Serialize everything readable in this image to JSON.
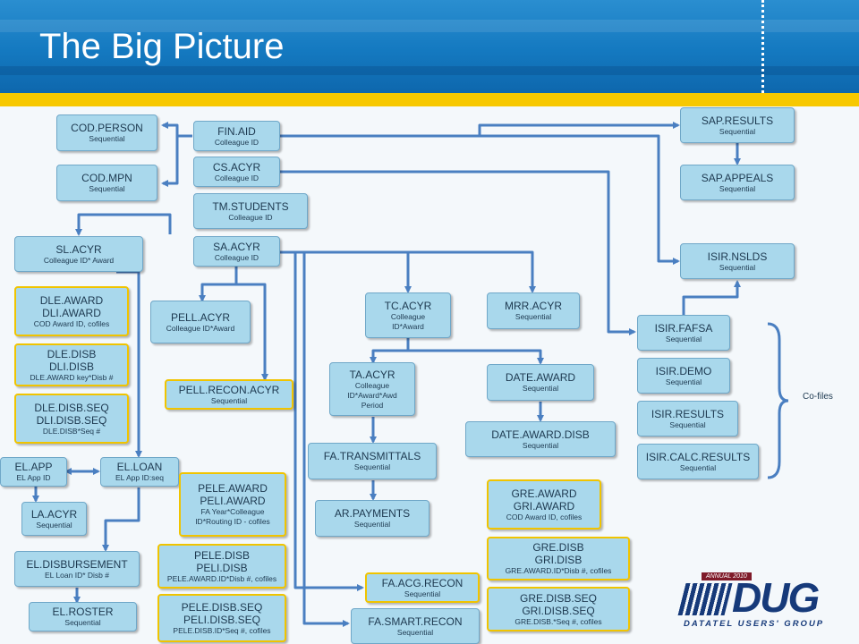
{
  "title": "The Big Picture",
  "cofiles_label": "Co-files",
  "logo": {
    "annual": "ANNUAL 2010",
    "mark": "DUG",
    "sub": "DATATEL USERS' GROUP"
  },
  "colors": {
    "box_fill": "#a9d8ec",
    "box_border": "#6fa7c8",
    "cofile_border": "#f0c400",
    "connector": "#4a7fc1",
    "header": "#1479c0",
    "band": "#f7c800"
  },
  "nodes": {
    "cod_person": {
      "name": "COD.PERSON",
      "sub": "Sequential"
    },
    "cod_mpn": {
      "name": "COD.MPN",
      "sub": "Sequential"
    },
    "fin_aid": {
      "name": "FIN.AID",
      "sub": "Colleague ID"
    },
    "cs_acyr": {
      "name": "CS.ACYR",
      "sub": "Colleague ID"
    },
    "tm_students": {
      "name": "TM.STUDENTS",
      "sub": "Colleague ID"
    },
    "sa_acyr": {
      "name": "SA.ACYR",
      "sub": "Colleague ID"
    },
    "sl_acyr": {
      "name": "SL.ACYR",
      "sub": "Colleague ID* Award"
    },
    "sap_results": {
      "name": "SAP.RESULTS",
      "sub": "Sequential"
    },
    "sap_appeals": {
      "name": "SAP.APPEALS",
      "sub": "Sequential"
    },
    "isir_nslds": {
      "name": "ISIR.NSLDS",
      "sub": "Sequential"
    },
    "dle_award": {
      "name": "DLE.AWARD\nDLI.AWARD",
      "sub": "COD Award ID, cofiles"
    },
    "dle_disb": {
      "name": "DLE.DISB\nDLI.DISB",
      "sub": "DLE.AWARD key*Disb #"
    },
    "dle_disb_seq": {
      "name": "DLE.DISB.SEQ\nDLI.DISB.SEQ",
      "sub": "DLE.DISB*Seq #"
    },
    "pell_acyr": {
      "name": "PELL.ACYR",
      "sub": "Colleague ID*Award"
    },
    "pell_recon": {
      "name": "PELL.RECON.ACYR",
      "sub": "Sequential"
    },
    "tc_acyr": {
      "name": "TC.ACYR",
      "sub": "Colleague ID*Award"
    },
    "mrr_acyr": {
      "name": "MRR.ACYR",
      "sub": "Sequential"
    },
    "isir_fafsa": {
      "name": "ISIR.FAFSA",
      "sub": "Sequential"
    },
    "isir_demo": {
      "name": "ISIR.DEMO",
      "sub": "Sequential"
    },
    "isir_results": {
      "name": "ISIR.RESULTS",
      "sub": "Sequential"
    },
    "isir_calc": {
      "name": "ISIR.CALC.RESULTS",
      "sub": "Sequential"
    },
    "ta_acyr": {
      "name": "TA.ACYR",
      "sub": "Colleague ID*Award*Awd Period"
    },
    "date_award": {
      "name": "DATE.AWARD",
      "sub": "Sequential"
    },
    "date_award_disb": {
      "name": "DATE.AWARD.DISB",
      "sub": "Sequential"
    },
    "fa_transmittals": {
      "name": "FA.TRANSMITTALS",
      "sub": "Sequential"
    },
    "ar_payments": {
      "name": "AR.PAYMENTS",
      "sub": "Sequential"
    },
    "el_app": {
      "name": "EL.APP",
      "sub": "EL App ID"
    },
    "el_loan": {
      "name": "EL.LOAN",
      "sub": "EL App ID:seq"
    },
    "la_acyr": {
      "name": "LA.ACYR",
      "sub": "Sequential"
    },
    "el_disbursement": {
      "name": "EL.DISBURSEMENT",
      "sub": "EL Loan ID* Disb #"
    },
    "el_roster": {
      "name": "EL.ROSTER",
      "sub": "Sequential"
    },
    "pele_award": {
      "name": "PELE.AWARD\nPELI.AWARD",
      "sub": "FA Year*Colleague ID*Routing ID - cofiles"
    },
    "pele_disb": {
      "name": "PELE.DISB\nPELI.DISB",
      "sub": "PELE.AWARD.ID*Disb #, cofiles"
    },
    "pele_disb_seq": {
      "name": "PELE.DISB.SEQ\nPELI.DISB.SEQ",
      "sub": "PELE.DISB.ID*Seq #, cofiles"
    },
    "gre_award": {
      "name": "GRE.AWARD\nGRI.AWARD",
      "sub": "COD Award ID, cofiles"
    },
    "gre_disb": {
      "name": "GRE.DISB\nGRI.DISB",
      "sub": "GRE.AWARD.ID*Disb #, cofiles"
    },
    "gre_disb_seq": {
      "name": "GRE.DISB.SEQ\nGRI.DISB.SEQ",
      "sub": "GRE.DISB.*Seq #, cofiles"
    },
    "fa_acg_recon": {
      "name": "FA.ACG.RECON",
      "sub": "Sequential"
    },
    "fa_smart_recon": {
      "name": "FA.SMART.RECON",
      "sub": "Sequential"
    }
  }
}
